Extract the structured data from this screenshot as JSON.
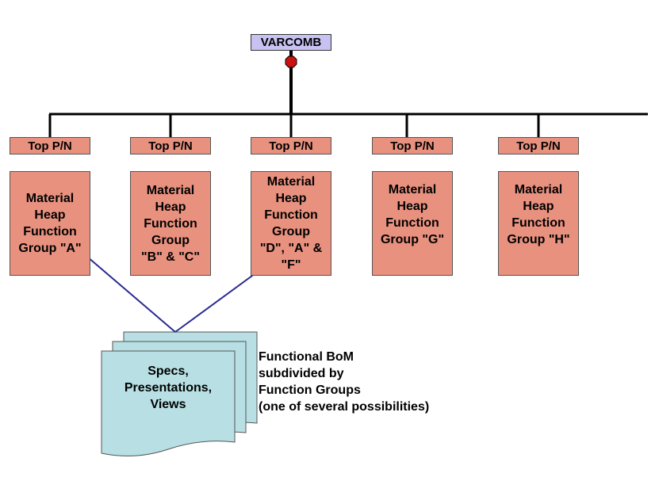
{
  "root": {
    "label": "VARCOMB"
  },
  "top_pn_label": "Top P/N",
  "groups": [
    {
      "label": "Material\nHeap\nFunction\nGroup \"A\""
    },
    {
      "label": "Material\nHeap\nFunction\nGroup\n\"B\" & \"C\""
    },
    {
      "label": "Material\nHeap\nFunction\nGroup\n\"D\", \"A\" & \"F\""
    },
    {
      "label": "Material\nHeap\nFunction\nGroup \"G\""
    },
    {
      "label": "Material\nHeap\nFunction\nGroup \"H\""
    }
  ],
  "documents": {
    "label": "Specs,\nPresentations,\nViews"
  },
  "caption": {
    "lines": [
      "Functional BoM",
      "subdivided by",
      "Function Groups",
      "(one of several possibilities)"
    ]
  },
  "colors": {
    "box_fill": "#e8917f",
    "root_fill": "#c8c2f2",
    "doc_fill": "#b8e0e4",
    "connector": "#2a2a90",
    "node_marker": "#cc1111"
  }
}
